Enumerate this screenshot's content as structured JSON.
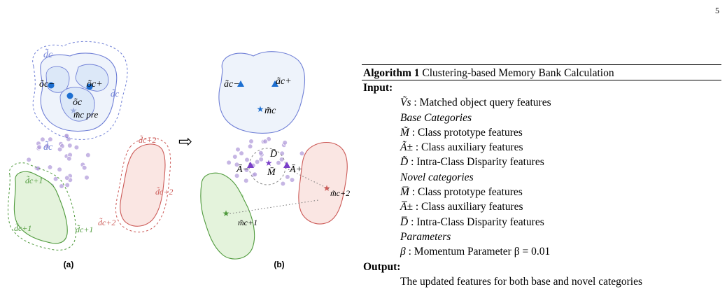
{
  "page_number": "5",
  "figure": {
    "arrow_glyph": "⇨",
    "panel_a": {
      "caption": "(a)",
      "labels": {
        "d_c_top": "d̃c",
        "d_c_right": "d̃c",
        "d_c_bottom": "d̃c",
        "o_c_left": "õc−",
        "o_c_right": "õc+",
        "o_c": "õc",
        "m_c_pre": "m̃c pre",
        "d_c1_top": "d̃c+1",
        "d_c1_left": "d̃c+1",
        "d_c1_right": "d̃c+1",
        "d_c2_top": "d̃c+2",
        "d_c2_right": "d̃c+2",
        "d_c2_bottom": "d̃c+2"
      }
    },
    "panel_b": {
      "caption": "(b)",
      "labels": {
        "a_c_minus": "ãc−",
        "a_c_plus": "ãc+",
        "m_c": "m̃c",
        "D_bar": "D̄",
        "A_minus": "Ā−",
        "M_bar": "M̄",
        "A_plus": "Ā+",
        "m_c2": "m̃c+2",
        "m_c1": "m̃c+1"
      }
    },
    "colors": {
      "blue": "#6f7fd6",
      "blue_fill": "#d9e5f7",
      "green": "#4f9a3c",
      "green_fill": "#d6ecc9",
      "red": "#cc5a57",
      "red_fill": "#f7d9d6",
      "purple": "#b39ddb",
      "dot_blue": "#a9c8ec",
      "dot_green": "#a7d99a",
      "dot_red": "#f3a9a3",
      "marker_blue": "#1d6fd1",
      "marker_purple": "#7a3fc9"
    }
  },
  "algorithm": {
    "label": "Algorithm 1",
    "title": "Clustering-based Memory Bank Calculation",
    "input_label": "Input:",
    "lines": [
      {
        "sym": "Ṽs",
        "text": " : Matched object query features",
        "indent": 1
      },
      {
        "heading": "Base Categories",
        "indent": 1
      },
      {
        "sym": "M̃",
        "text": " : Class prototype features",
        "indent": 1
      },
      {
        "sym": "Ã±",
        "text": " : Class auxiliary features",
        "indent": 1
      },
      {
        "sym": "D̃",
        "text": " : Intra-Class Disparity features",
        "indent": 1
      },
      {
        "heading": "Novel categories",
        "indent": 1
      },
      {
        "sym": "M̅",
        "text": " : Class prototype features",
        "indent": 1
      },
      {
        "sym": "A̅±",
        "text": " : Class auxiliary features",
        "indent": 1
      },
      {
        "sym": "D̅",
        "text": " : Intra-Class Disparity features",
        "indent": 1
      },
      {
        "heading": "Parameters",
        "indent": 1
      },
      {
        "sym": "β",
        "text": " : Momentum Parameter β = 0.01",
        "indent": 1
      }
    ],
    "output_label": "Output:",
    "output_line": "The updated features for both base and novel categories"
  }
}
